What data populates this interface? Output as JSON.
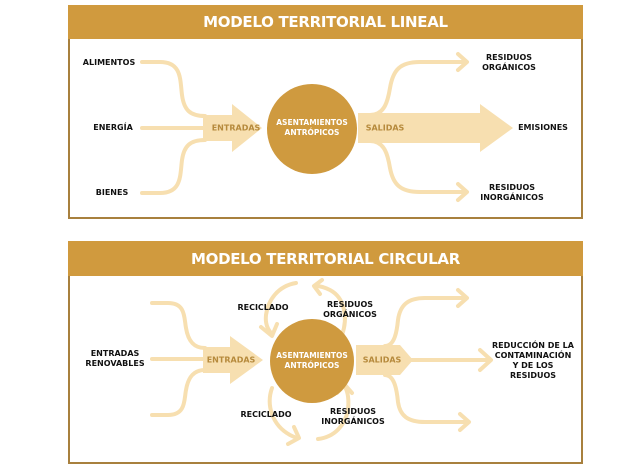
{
  "colors": {
    "header": "#d09a3e",
    "border": "#a8803e",
    "arrow": "#f7dfb0",
    "circle": "#cf9a3f",
    "arrow_text": "#b68a3c",
    "label_text": "#111111"
  },
  "linear_model": {
    "title": "MODELO TERRITORIAL LINEAL",
    "inputs": [
      "ALIMENTOS",
      "ENERGÍA",
      "BIENES"
    ],
    "entradas_label": "ENTRADAS",
    "center": {
      "line1": "ASENTAMIENTOS",
      "line2": "ANTRÓPICOS"
    },
    "salidas_label": "SALIDAS",
    "outputs": [
      {
        "line1": "RESIDUOS",
        "line2": "ORGÁNICOS"
      },
      {
        "line1": "EMISIONES",
        "line2": ""
      },
      {
        "line1": "RESIDUOS",
        "line2": "INORGÁNICOS"
      }
    ]
  },
  "circular_model": {
    "title": "MODELO TERRITORIAL CIRCULAR",
    "input": {
      "line1": "ENTRADAS",
      "line2": "RENOVABLES"
    },
    "entradas_label": "ENTRADAS",
    "center": {
      "line1": "ASENTAMIENTOS",
      "line2": "ANTRÓPICOS"
    },
    "salidas_label": "SALIDAS",
    "loops": {
      "top_left": "RECICLADO",
      "top_right": {
        "line1": "RESIDUOS",
        "line2": "ORGÁNICOS"
      },
      "bottom_left": "RECICLADO",
      "bottom_right": {
        "line1": "RESIDUOS",
        "line2": "INORGÁNICOS"
      }
    },
    "output": {
      "line1": "REDUCCIÓN DE LA",
      "line2": "CONTAMINACIÓN",
      "line3": "Y DE LOS",
      "line4": "RESIDUOS"
    }
  }
}
